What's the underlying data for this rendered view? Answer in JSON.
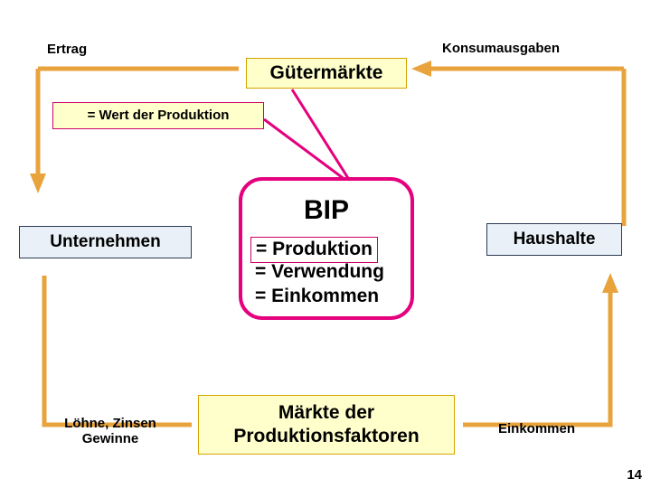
{
  "diagram": {
    "title": "Wirtschaftskreislauf",
    "colors": {
      "arrow_orange": "#E8A33D",
      "line_magenta": "#E5007D",
      "box_fill_yellow": "#FFFFCC",
      "box_fill_blue": "#E9F0F7",
      "text_black": "#000000"
    },
    "labels": {
      "ertrag": "Ertrag",
      "konsumausgaben": "Konsumausgaben",
      "loehne_zinsen_gewinne": "Löhne, Zinsen\nGewinne",
      "einkommen": "Einkommen",
      "page_number": "14"
    },
    "boxes": {
      "guetermaerkte": "Gütermärkte",
      "wert_der_produktion": "= Wert der Produktion",
      "unternehmen": "Unternehmen",
      "haushalte": "Haushalte",
      "maerkte_der_produktionsfaktoren": "Märkte der\nProduktionsfaktoren"
    },
    "bip": {
      "title": "BIP",
      "line1": "= Produktion",
      "line2": "= Verwendung",
      "line3": "= Einkommen"
    }
  }
}
